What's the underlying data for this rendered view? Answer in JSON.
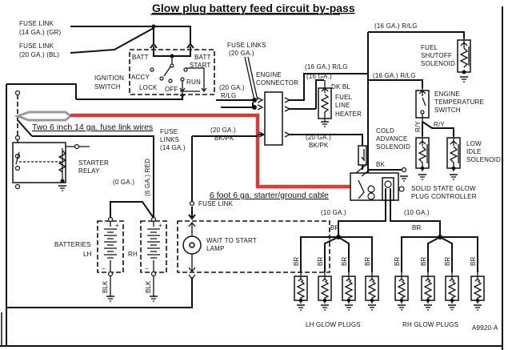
{
  "title": "Glow plug battery feed circuit by-pass",
  "annotations": {
    "fuse_link_wires": "Two 6 inch 14 ga. fuse link wires",
    "ground_cable": "6 foot 6 ga. starter/ground cable"
  },
  "colors": {
    "bypass_cable": "#d93a3a",
    "fuse_link_wires": "#9a9a9a",
    "wiring": "#111111"
  },
  "labels": {
    "fuse_link_14": [
      "FUSE LINK",
      "(14 GA.) (GR)"
    ],
    "fuse_link_20": [
      "FUSE LINK",
      "(20 GA.) (BL)"
    ],
    "ignition_switch": [
      "IGNITION",
      "SWITCH"
    ],
    "ign_batt_left": "BATT",
    "ign_batt_right": "BATT",
    "ign_start": "START",
    "ign_accy": "ACCY",
    "ign_lock": "LOCK",
    "ign_off": "OFF",
    "ign_run": "RUN",
    "fuse_links_20": [
      "FUSE LINKS",
      "(20 GA.)"
    ],
    "wire_20_rlg": [
      "(20 GA.)",
      "R/LG"
    ],
    "engine_connector": [
      "ENGINE",
      "CONNECTOR"
    ],
    "wire_16_rlg_a": "(16 GA.) R/LG",
    "wire_16_a": "(16 GA.)",
    "dk_bl": "DK BL",
    "fuel_line_heater": [
      "FUEL",
      "LINE",
      "HEATER"
    ],
    "wire_16_rlg_top": "(16 GA.) R/LG",
    "wire_16_rlg_b": "(16 GA.) R/LG",
    "fuel_shutoff_solenoid": [
      "FUEL",
      "SHUTOFF",
      "SOLENOID"
    ],
    "engine_temperature_switch": [
      "ENGINE",
      "TEMPERATURE",
      "SWITCH"
    ],
    "ry_a": "R/Y",
    "ry_b": "R/Y",
    "low_idle_solenoid": [
      "LOW",
      "IDLE",
      "SOLENOID"
    ],
    "cold_advance_solenoid": [
      "COLD",
      "ADVANCE",
      "SOLENOID"
    ],
    "wire_20_bkpk_a": [
      "(20 GA.)",
      "BK/PK"
    ],
    "wire_20_bkpk_b": [
      "(20 GA.)",
      "BK/PK"
    ],
    "bk": "BK",
    "glow_controller": [
      "SOLID STATE GLOW",
      "PLUG CONTROLLER"
    ],
    "fuse_links_14": [
      "FUSE",
      "LINKS",
      "(14 GA.)"
    ],
    "red_6ga": "(6 GA.) RED",
    "starter_relay": [
      "STARTER",
      "RELAY"
    ],
    "wire_0ga": "(0 GA.)",
    "batteries": "BATTERIES",
    "lh": "LH",
    "rh": "RH",
    "blk": "BLK",
    "fuse_link": "FUSE LINK",
    "wait_to_start_lamp": [
      "WAIT TO START",
      "LAMP"
    ],
    "wire_10ga_lh": [
      "(10 GA.)",
      "BR"
    ],
    "wire_10ga_rh": [
      "(10 GA.)",
      "BR"
    ],
    "br": "BR",
    "lh_glow_plugs": "LH GLOW PLUGS",
    "rh_glow_plugs": "RH GLOW PLUGS",
    "figure_id": "A9920-A"
  }
}
